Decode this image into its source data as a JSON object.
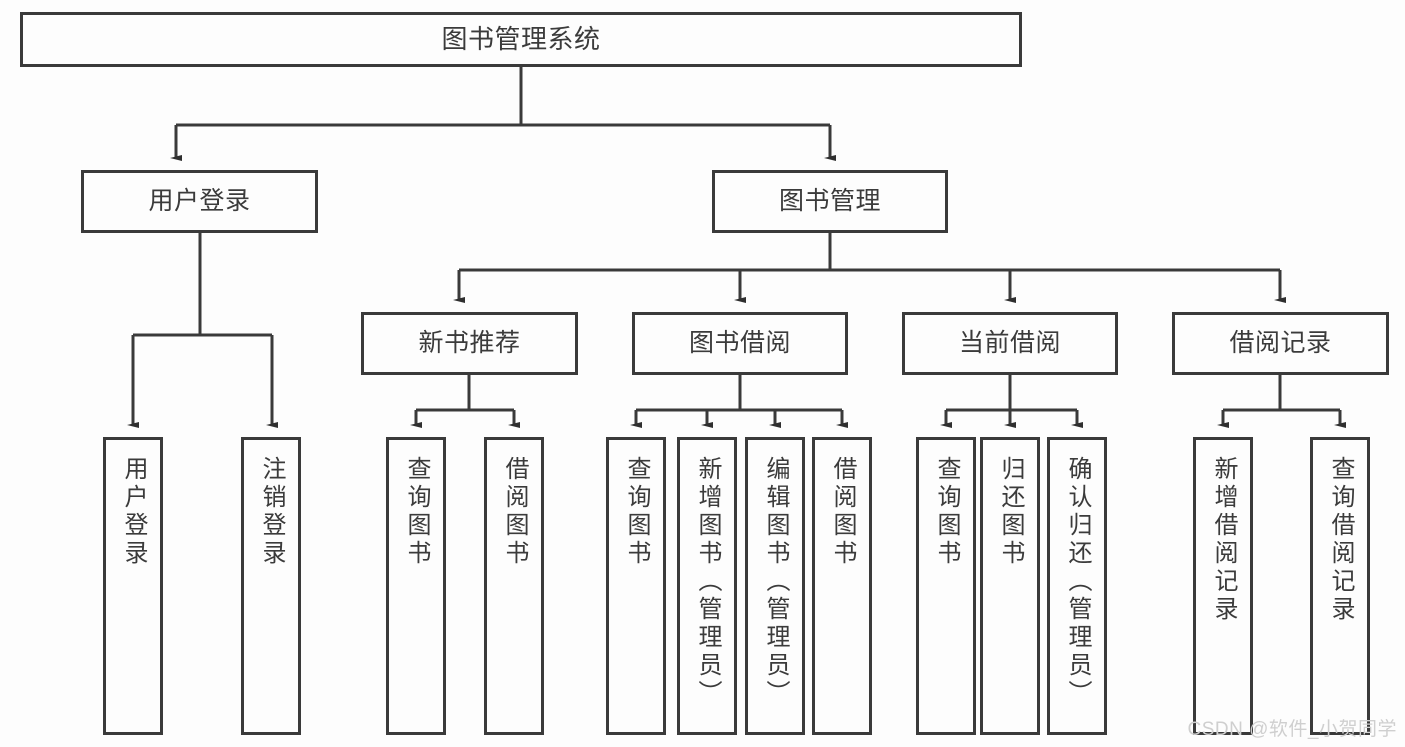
{
  "diagram": {
    "title": "图书管理系统",
    "type": "tree",
    "colors": {
      "box_border": "#3a3a3a",
      "box_fill": "#fdfdfd",
      "text": "#3b3b3b",
      "line": "#3a3a3a",
      "watermark": "#cfcfcf",
      "background": "#ffffff"
    },
    "nodes": {
      "root": {
        "label": "图书管理系统"
      },
      "level1": [
        {
          "label": "用户登录"
        },
        {
          "label": "图书管理"
        }
      ],
      "level2": [
        {
          "label": "新书推荐"
        },
        {
          "label": "图书借阅"
        },
        {
          "label": "当前借阅"
        },
        {
          "label": "借阅记录"
        }
      ],
      "leaves": {
        "user_login": [
          {
            "label": "用户登录"
          },
          {
            "label": "注销登录"
          }
        ],
        "new_book_recommend": [
          {
            "label": "查询图书"
          },
          {
            "label": "借阅图书"
          }
        ],
        "book_borrow": [
          {
            "label": "查询图书"
          },
          {
            "label": "新增图书（管理员）"
          },
          {
            "label": "编辑图书（管理员）"
          },
          {
            "label": "借阅图书"
          }
        ],
        "current_borrow": [
          {
            "label": "查询图书"
          },
          {
            "label": "归还图书"
          },
          {
            "label": "确认归还（管理员）"
          }
        ],
        "borrow_record": [
          {
            "label": "新增借阅记录"
          },
          {
            "label": "查询借阅记录"
          }
        ]
      }
    },
    "watermark": "CSDN @软件_小贺同学"
  }
}
